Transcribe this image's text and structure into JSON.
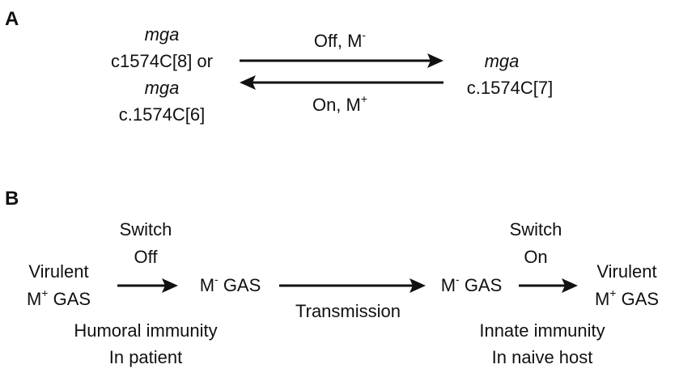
{
  "panel_a": {
    "letter": "A",
    "left_gene_top": "mga",
    "left_allele_top": "c1574C[8] or",
    "left_gene_bottom": "mga",
    "left_allele_bottom": "c.1574C[6]",
    "right_gene": "mga",
    "right_allele": "c.1574C[7]",
    "forward_label": "Off, M",
    "forward_sup": "-",
    "reverse_label": "On, M",
    "reverse_sup": "+"
  },
  "panel_b": {
    "letter": "B",
    "start_line1": "Virulent",
    "start_m": "M",
    "start_sup": "+",
    "start_rest": " GAS",
    "switch1_line1": "Switch",
    "switch1_line2": "Off",
    "node2_m": "M",
    "node2_sup": "-",
    "node2_rest": " GAS",
    "node3_m": "M",
    "node3_sup": "-",
    "node3_rest": " GAS",
    "switch2_line1": "Switch",
    "switch2_line2": "On",
    "end_line1": "Virulent",
    "end_m": "M",
    "end_sup": "+",
    "end_rest": " GAS",
    "humoral_line1": "Humoral immunity",
    "humoral_line2": "In patient",
    "transmission": "Transmission",
    "innate_line1": "Innate immunity",
    "innate_line2": "In naive  host"
  }
}
